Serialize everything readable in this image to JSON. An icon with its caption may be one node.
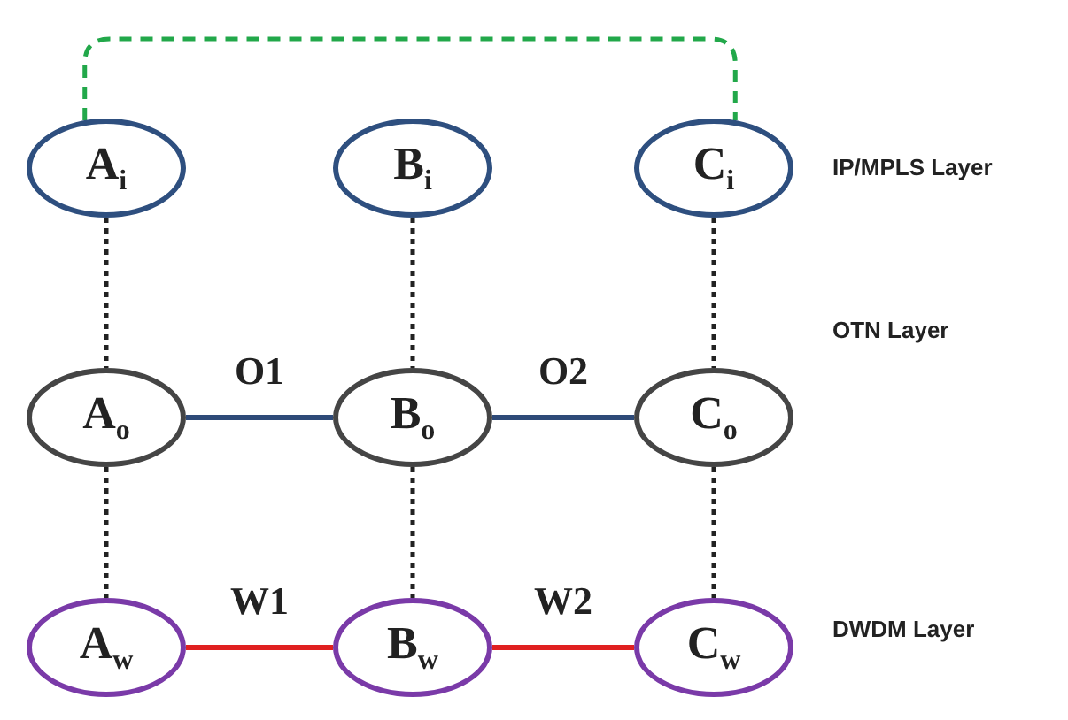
{
  "diagram": {
    "nodes": [
      {
        "text": [
          "A$_{i}$"
        ]
      },
      {
        "text": [
          "B$_{i}$"
        ]
      },
      {
        "text": [
          "C$_{i}$"
        ]
      },
      {
        "text": [
          "A$_{o}$"
        ]
      },
      {
        "text": [
          "B$_{o}$"
        ]
      },
      {
        "text": [
          "C$_{o}$"
        ]
      },
      {
        "text": [
          "A$_{w}$"
        ]
      },
      {
        "text": [
          "B$_{w}$"
        ]
      },
      {
        "text": [
          "C$_{w}$"
        ]
      }
    ],
    "edges": [
      {
        "from": 0,
        "to": 2,
        "arrow": "none",
        "style": "dashed",
        "color": "#22a84a"
      },
      {
        "from": 0,
        "to": 3,
        "arrow": "none",
        "style": "dashed"
      },
      {
        "from": 1,
        "to": 4,
        "arrow": "none",
        "style": "dashed"
      },
      {
        "from": 2,
        "to": 5,
        "arrow": "none",
        "style": "dashed"
      },
      {
        "from": 3,
        "to": 4,
        "arrow": "none",
        "label": "O1",
        "color": "#2e4a78"
      },
      {
        "from": 4,
        "to": 5,
        "arrow": "none",
        "label": "O2",
        "color": "#2e4a78"
      },
      {
        "from": 3,
        "to": 6,
        "arrow": "none",
        "style": "dashed"
      },
      {
        "from": 4,
        "to": 7,
        "arrow": "none",
        "style": "dashed"
      },
      {
        "from": 5,
        "to": 8,
        "arrow": "none",
        "style": "dashed"
      },
      {
        "from": 6,
        "to": 7,
        "arrow": "none",
        "label": "W1",
        "color": "#e02020"
      },
      {
        "from": 7,
        "to": 8,
        "arrow": "none",
        "label": "W2",
        "color": "#e02020"
      }
    ],
    "labels": [
      "IP/MPLS Layer",
      "OTN Layer",
      "DWDM Layer"
    ]
  }
}
